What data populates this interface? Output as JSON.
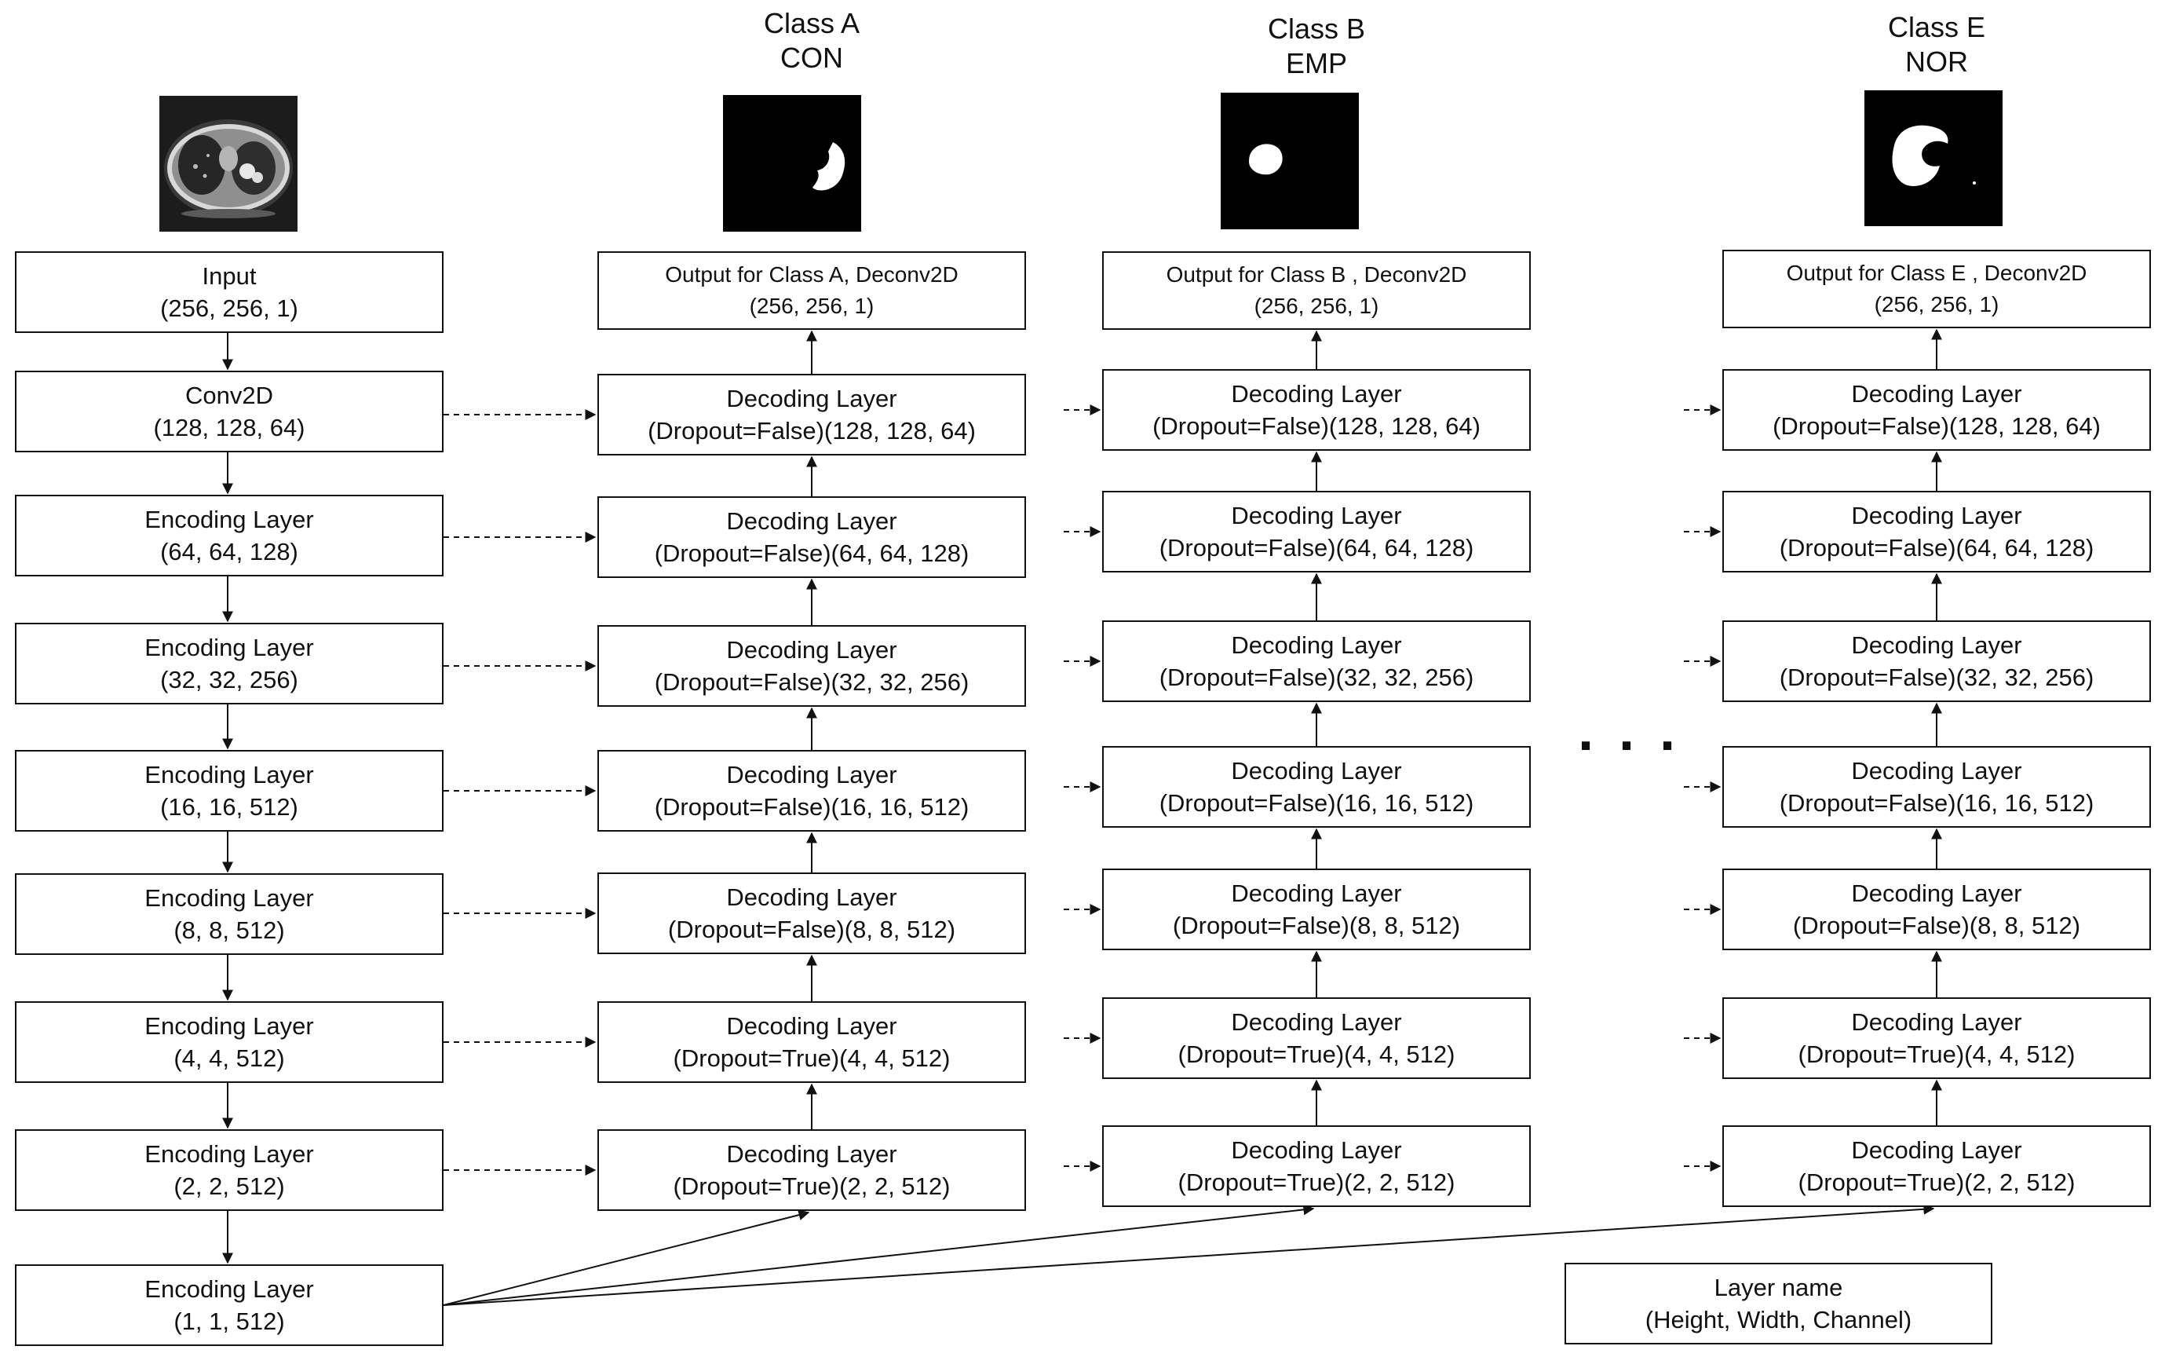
{
  "input_column": {
    "input": {
      "name": "Input",
      "shape": "(256, 256, 1)"
    },
    "conv": {
      "name": "Conv2D",
      "shape": "(128, 128, 64)"
    },
    "encoders": [
      {
        "name": "Encoding Layer",
        "shape": "(64, 64, 128)"
      },
      {
        "name": "Encoding Layer",
        "shape": "(32, 32, 256)"
      },
      {
        "name": "Encoding Layer",
        "shape": "(16, 16, 512)"
      },
      {
        "name": "Encoding Layer",
        "shape": "(8, 8, 512)"
      },
      {
        "name": "Encoding Layer",
        "shape": "(4, 4, 512)"
      },
      {
        "name": "Encoding Layer",
        "shape": "(2, 2, 512)"
      },
      {
        "name": "Encoding Layer",
        "shape": "(1, 1, 512)"
      }
    ]
  },
  "class_columns": [
    {
      "class_name": "Class A",
      "class_code": "CON",
      "output": {
        "name": "Output for Class A, Deconv2D",
        "shape": "(256, 256, 1)"
      },
      "decoders": [
        {
          "name": "Decoding Layer",
          "shape": "(Dropout=False)(128, 128, 64)"
        },
        {
          "name": "Decoding Layer",
          "shape": "(Dropout=False)(64, 64, 128)"
        },
        {
          "name": "Decoding Layer",
          "shape": "(Dropout=False)(32, 32, 256)"
        },
        {
          "name": "Decoding Layer",
          "shape": "(Dropout=False)(16, 16, 512)"
        },
        {
          "name": "Decoding Layer",
          "shape": "(Dropout=False)(8, 8, 512)"
        },
        {
          "name": "Decoding Layer",
          "shape": "(Dropout=True)(4, 4, 512)"
        },
        {
          "name": "Decoding Layer",
          "shape": "(Dropout=True)(2, 2, 512)"
        }
      ]
    },
    {
      "class_name": "Class B",
      "class_code": "EMP",
      "output": {
        "name": "Output for Class B , Deconv2D",
        "shape": "(256, 256, 1)"
      },
      "decoders": [
        {
          "name": "Decoding Layer",
          "shape": "(Dropout=False)(128, 128, 64)"
        },
        {
          "name": "Decoding Layer",
          "shape": "(Dropout=False)(64, 64, 128)"
        },
        {
          "name": "Decoding Layer",
          "shape": "(Dropout=False)(32, 32, 256)"
        },
        {
          "name": "Decoding Layer",
          "shape": "(Dropout=False)(16, 16, 512)"
        },
        {
          "name": "Decoding Layer",
          "shape": "(Dropout=False)(8, 8, 512)"
        },
        {
          "name": "Decoding Layer",
          "shape": "(Dropout=True)(4, 4, 512)"
        },
        {
          "name": "Decoding Layer",
          "shape": "(Dropout=True)(2, 2, 512)"
        }
      ]
    },
    {
      "class_name": "Class E",
      "class_code": "NOR",
      "output": {
        "name": "Output for Class E , Deconv2D",
        "shape": "(256, 256, 1)"
      },
      "decoders": [
        {
          "name": "Decoding Layer",
          "shape": "(Dropout=False)(128, 128, 64)"
        },
        {
          "name": "Decoding Layer",
          "shape": "(Dropout=False)(64, 64, 128)"
        },
        {
          "name": "Decoding Layer",
          "shape": "(Dropout=False)(32, 32, 256)"
        },
        {
          "name": "Decoding Layer",
          "shape": "(Dropout=False)(16, 16, 512)"
        },
        {
          "name": "Decoding Layer",
          "shape": "(Dropout=False)(8, 8, 512)"
        },
        {
          "name": "Decoding Layer",
          "shape": "(Dropout=True)(4, 4, 512)"
        },
        {
          "name": "Decoding Layer",
          "shape": "(Dropout=True)(2, 2, 512)"
        }
      ]
    }
  ],
  "ellipsis": "· · ·",
  "legend": {
    "name": "Layer name",
    "shape": "(Height, Width, Channel)"
  },
  "colors": {
    "line": "#111111",
    "mask_background": "#000000",
    "mask_foreground": "#ffffff",
    "ct_background": "#1c1c1c"
  }
}
